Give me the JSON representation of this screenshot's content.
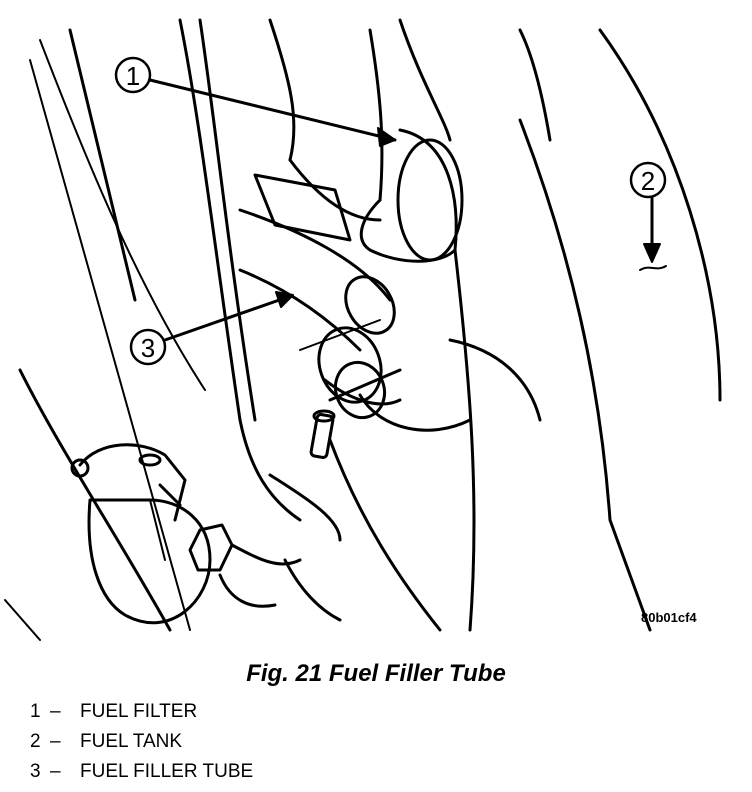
{
  "figure": {
    "caption": "Fig. 21 Fuel Filler Tube",
    "image_code": "80b01cf4"
  },
  "callouts": [
    {
      "number": "1"
    },
    {
      "number": "2"
    },
    {
      "number": "3"
    }
  ],
  "legend": [
    {
      "number": "1",
      "separator": "–",
      "label": "FUEL FILTER"
    },
    {
      "number": "2",
      "separator": "–",
      "label": "FUEL TANK"
    },
    {
      "number": "3",
      "separator": "–",
      "label": "FUEL FILLER TUBE"
    }
  ]
}
